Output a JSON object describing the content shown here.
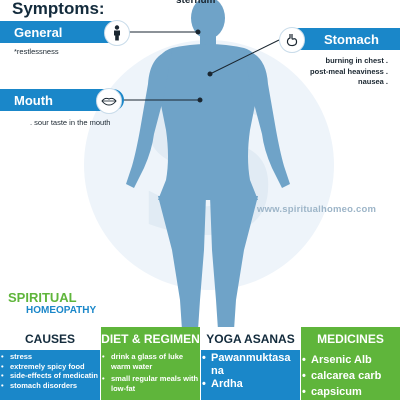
{
  "page": {
    "title": "Symptoms:",
    "top_label": "sternum",
    "watermark_url": "www.spiritualhomeo.com"
  },
  "symptoms": {
    "general": {
      "label": "General",
      "text": "*restlessness",
      "icon": "person-icon"
    },
    "stomach": {
      "label": "Stomach",
      "items": [
        "burning in chest .",
        "post-meal heaviness .",
        "nausea ."
      ],
      "icon": "stomach-icon"
    },
    "mouth": {
      "label": "Mouth",
      "text": ". sour taste in the mouth",
      "icon": "lips-icon"
    }
  },
  "brand": {
    "line1": "SPIRITUAL",
    "line2": "HOMEOPATHY"
  },
  "panels": {
    "causes": {
      "title": "CAUSES",
      "items": [
        "stress",
        "extremely spicy food",
        "side-effects of medicatin",
        "stomach disorders"
      ]
    },
    "diet": {
      "title": "DIET & REGIMEN",
      "items": [
        "drink a glass of luke warm water",
        "small regular meals with low-fat"
      ]
    },
    "yoga": {
      "title": "YOGA ASANAS",
      "items": [
        "Pawanmuktasa na",
        "Ardha"
      ]
    },
    "medicines": {
      "title": "MEDICINES",
      "items": [
        "Arsenic Alb",
        "calcarea carb",
        "capsicum"
      ]
    }
  },
  "colors": {
    "blue": "#1a87c9",
    "green": "#5fb53b",
    "body": "#6fa3c8",
    "dark_text": "#132b3c"
  }
}
